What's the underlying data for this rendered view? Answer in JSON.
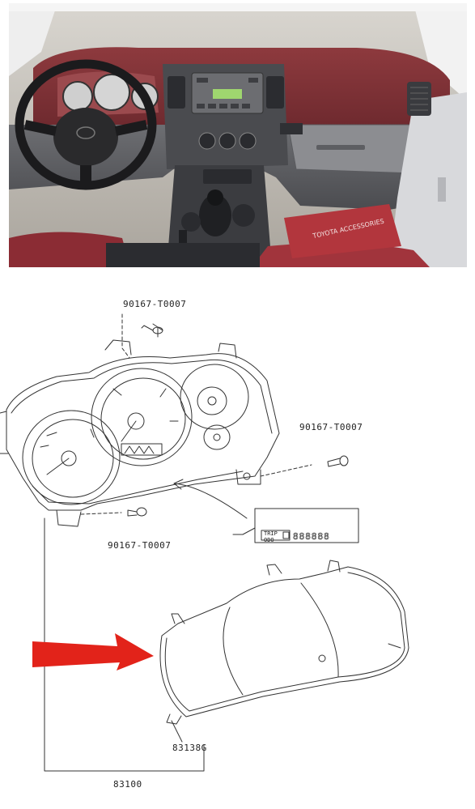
{
  "photo": {
    "accessory_bag_text": "TOYOTA ACCESSORIES"
  },
  "diagram": {
    "part_labels": {
      "screw_top": "90167-T0007",
      "screw_right": "90167-T0007",
      "screw_bottom": "90167-T0007",
      "glass": "83138G",
      "cluster_assy": "83100"
    },
    "display_inset": {
      "trip_label": "TRIP",
      "odo_label": "ODO",
      "segment_text": "888888"
    },
    "arrow_color": "#e2231a"
  }
}
